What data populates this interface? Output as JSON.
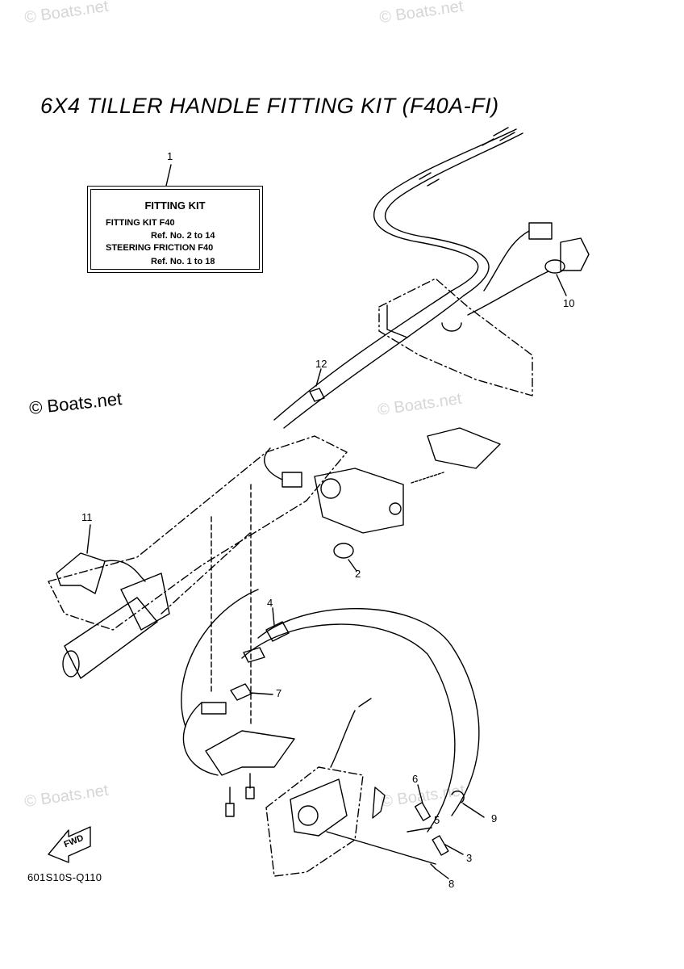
{
  "title": "6X4 TILLER HANDLE FITTING KIT (F40A-FI)",
  "fitting_kit_box": {
    "heading": "FITTING KIT",
    "line1": "FITTING KIT F40",
    "line2": "Ref. No. 2 to 14",
    "line3": "STEERING FRICTION F40",
    "line4": "Ref. No. 1 to 18"
  },
  "callouts": [
    "1",
    "2",
    "3",
    "4",
    "5",
    "6",
    "7",
    "8",
    "9",
    "10",
    "11",
    "12"
  ],
  "diagram_code": "601S10S-Q110",
  "fwd_label": "FWD",
  "watermark": "© Boats.net"
}
